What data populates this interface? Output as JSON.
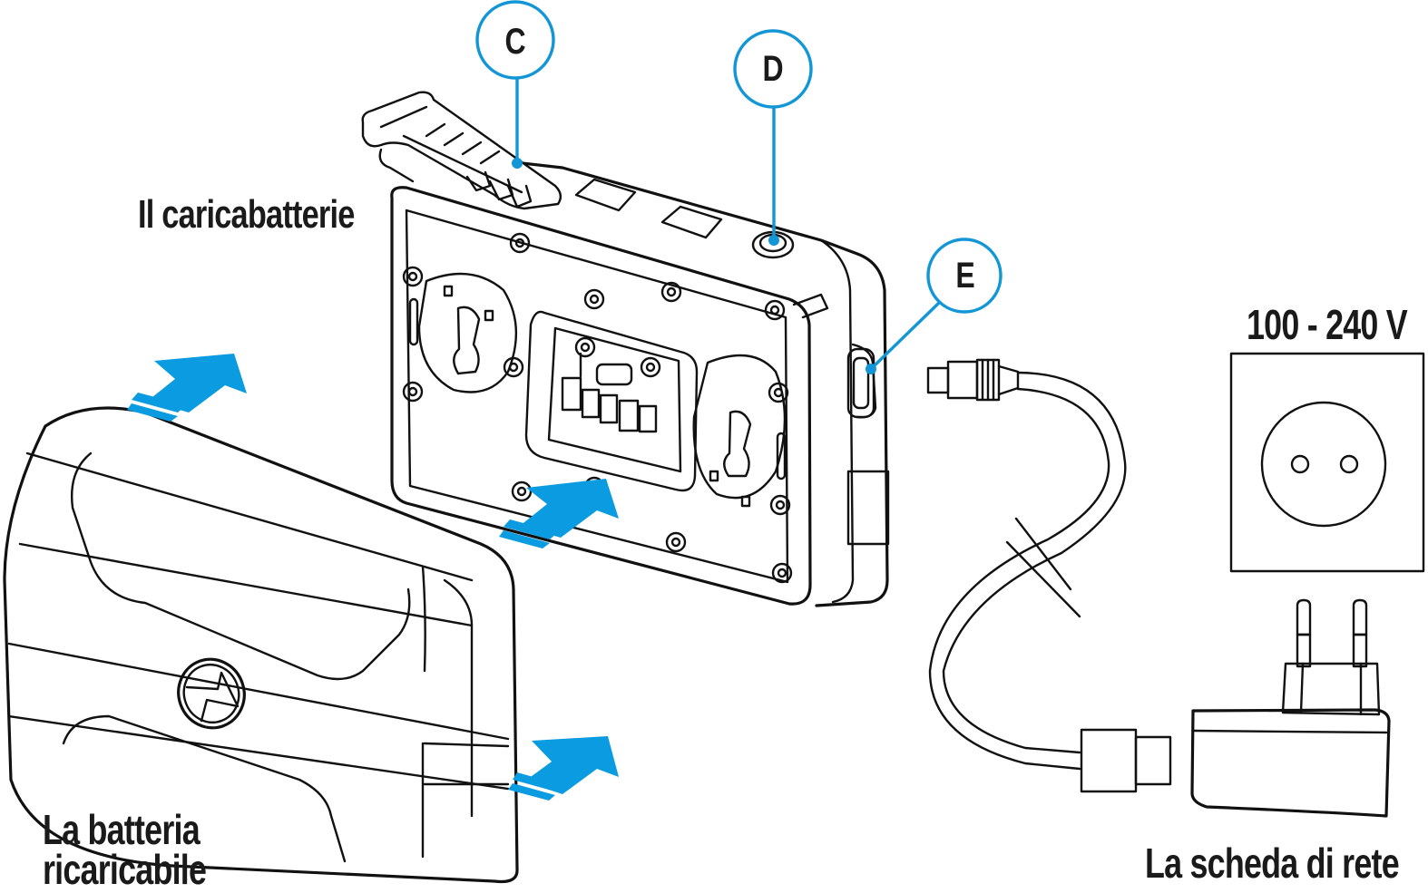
{
  "figure": {
    "labels": {
      "charger": "Il caricabatterie",
      "battery_line1": "La batteria",
      "battery_line2": "ricaricabile",
      "adapter": "La scheda di rete",
      "voltage": "100 - 240 V"
    },
    "callouts": [
      {
        "letter": "C",
        "points_to": "charger latch"
      },
      {
        "letter": "D",
        "points_to": "indicator button"
      },
      {
        "letter": "E",
        "points_to": "USB port"
      }
    ],
    "icons": {
      "insert_arrows": "arrow-up-right-icon",
      "wall_socket": "power-socket-icon",
      "power_adapter": "power-adapter-icon",
      "brand_logo": "brand-logo-icon"
    },
    "colors": {
      "callout_blue": "#1396d6",
      "arrow_blue": "#0a9be0",
      "line_art": "#111111",
      "text": "#1a1a1a"
    }
  }
}
